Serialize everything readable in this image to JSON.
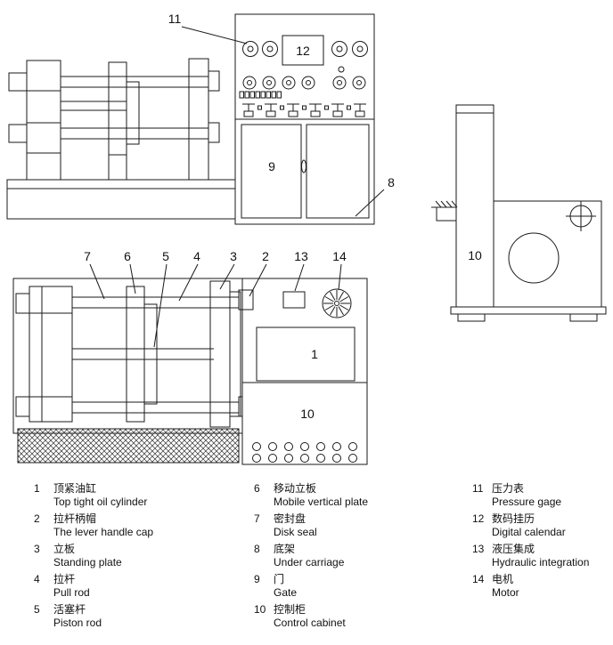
{
  "page": {
    "background": "#ffffff",
    "line_color": "#1a1a1a"
  },
  "callouts": {
    "top_tight_oil_cylinder": "1",
    "lever_handle_cap": "2",
    "standing_plate": "3",
    "pull_rod": "4",
    "piston_rod": "5",
    "mobile_vertical_plate": "6",
    "disk_seal": "7",
    "under_carriage": "8",
    "gate": "9",
    "control_cabinet_side": "10",
    "control_cabinet_plan": "10",
    "pressure_gage": "11",
    "digital_calendar": "12",
    "hydraulic_integration": "13",
    "motor": "14"
  },
  "legend": {
    "items": [
      {
        "num": "1",
        "zh": "顶紧油缸",
        "en": "Top tight oil cylinder"
      },
      {
        "num": "2",
        "zh": "拉杆柄帽",
        "en": "The lever handle cap"
      },
      {
        "num": "3",
        "zh": "立板",
        "en": "Standing plate"
      },
      {
        "num": "4",
        "zh": "拉杆",
        "en": "Pull rod"
      },
      {
        "num": "5",
        "zh": "活塞杆",
        "en": "Piston rod"
      },
      {
        "num": "6",
        "zh": "移动立板",
        "en": "Mobile vertical plate"
      },
      {
        "num": "7",
        "zh": "密封盘",
        "en": "Disk seal"
      },
      {
        "num": "8",
        "zh": "底架",
        "en": "Under carriage"
      },
      {
        "num": "9",
        "zh": "门",
        "en": "Gate"
      },
      {
        "num": "10",
        "zh": "控制柜",
        "en": "Control cabinet"
      },
      {
        "num": "11",
        "zh": "压力表",
        "en": "Pressure gage"
      },
      {
        "num": "12",
        "zh": "数码挂历",
        "en": "Digital calendar"
      },
      {
        "num": "13",
        "zh": "液压集成",
        "en": "Hydraulic integration"
      },
      {
        "num": "14",
        "zh": "电机",
        "en": "Motor"
      }
    ]
  }
}
